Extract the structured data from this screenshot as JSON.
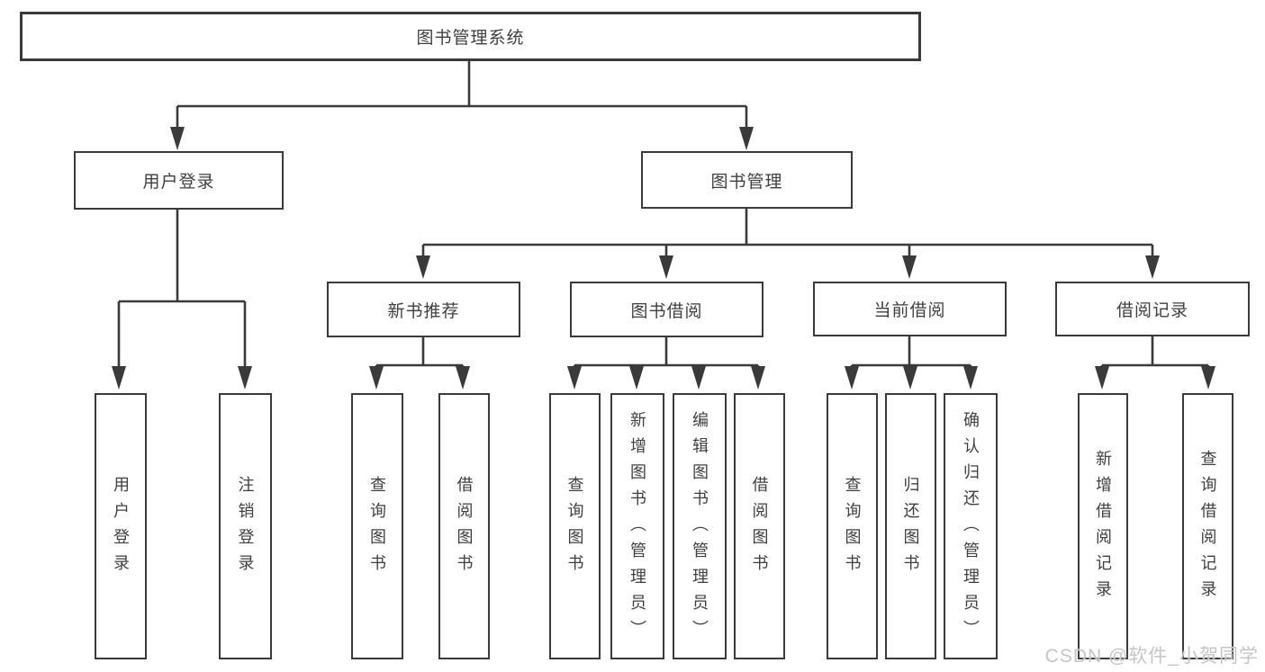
{
  "diagram": {
    "root": {
      "label": "图书管理系统"
    },
    "level2": {
      "user_login": {
        "label": "用户登录"
      },
      "book_mgmt": {
        "label": "图书管理"
      }
    },
    "level3": {
      "new_books": {
        "label": "新书推荐"
      },
      "borrow": {
        "label": "图书借阅"
      },
      "current": {
        "label": "当前借阅"
      },
      "records": {
        "label": "借阅记录"
      }
    },
    "leaves": {
      "user_login_1": "用户登录",
      "user_login_2": "注销登录",
      "new_books_1": "查询图书",
      "new_books_2": "借阅图书",
      "borrow_1": "查询图书",
      "borrow_2": "新增图书（管理员）",
      "borrow_3": "编辑图书（管理员）",
      "borrow_4": "借阅图书",
      "current_1": "查询图书",
      "current_2": "归还图书",
      "current_3": "确认归还（管理员）",
      "records_1": "新增借阅记录",
      "records_2": "查询借阅记录"
    }
  },
  "watermark": "CSDN @软件_小贺同学",
  "colors": {
    "line": "#3a3a3a",
    "text": "#3f3f3f",
    "watermark": "#c5c5c5",
    "background": "#ffffff"
  }
}
